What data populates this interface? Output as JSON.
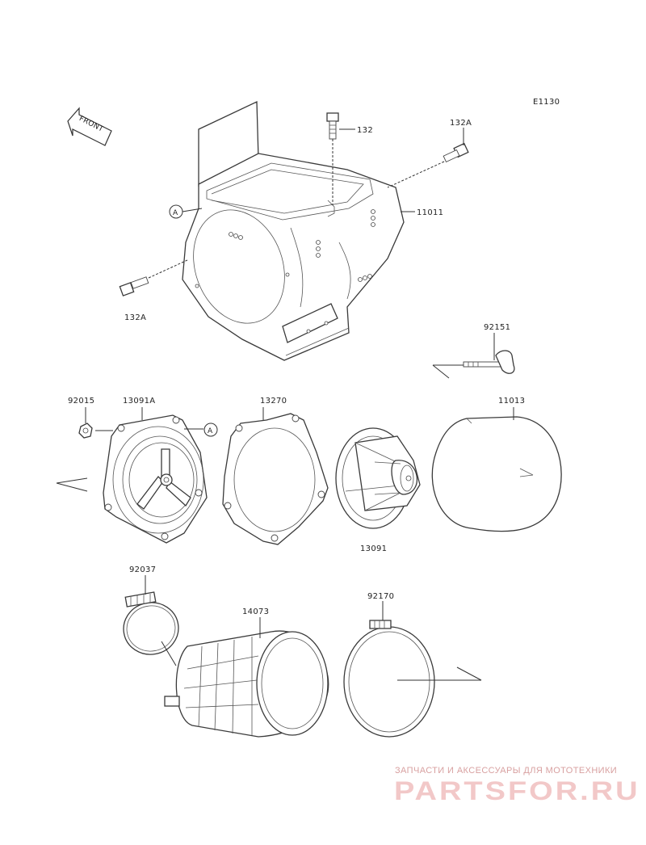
{
  "diagram_code": "E1130",
  "front_label": "FRONT",
  "ref_markers": [
    "A",
    "A"
  ],
  "parts": {
    "p132": "132",
    "p132A_top": "132A",
    "p132A_left": "132A",
    "p11011": "11011",
    "p92151": "92151",
    "p92015": "92015",
    "p13091A": "13091A",
    "p13270": "13270",
    "p11013": "11013",
    "p13091": "13091",
    "p92037": "92037",
    "p14073": "14073",
    "p92170": "92170"
  },
  "watermark": {
    "tagline": "ЗАПЧАСТИ И АКСЕССУАРЫ ДЛЯ МОТОТЕХНИКИ",
    "brand": "PARTSFOR.RU"
  }
}
